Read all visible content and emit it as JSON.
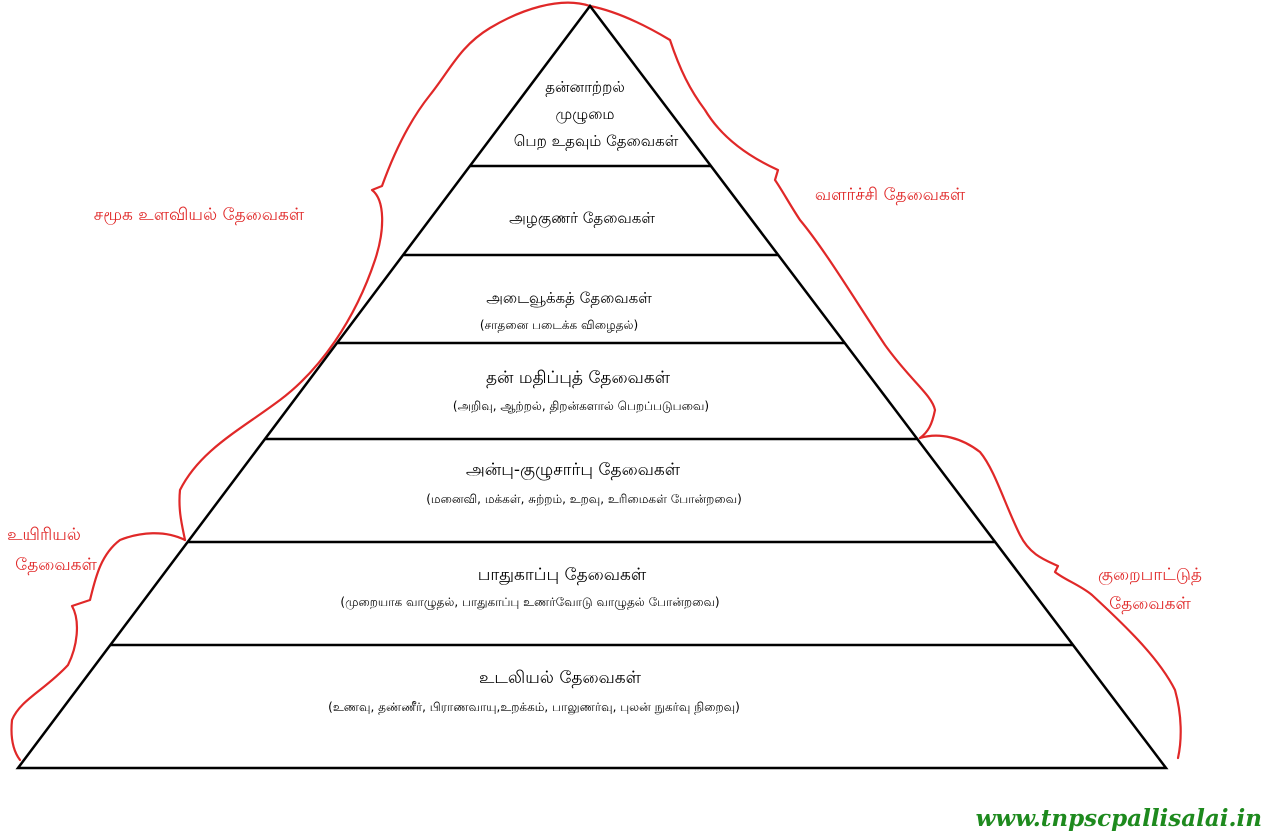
{
  "colors": {
    "outline": "#000000",
    "bracket": "#e02828",
    "group_text": "#e02828",
    "footer_text": "#1e8a1e",
    "background": "#ffffff"
  },
  "pyramid_levels": [
    {
      "title": "தன்னாற்றல்",
      "lines": [
        "முழுமை",
        "பெற உதவும் தேவைகள்"
      ]
    },
    {
      "title": "அழகுணர் தேவைகள்",
      "lines": []
    },
    {
      "title": "அடைவூக்கத் தேவைகள்",
      "lines": [
        "(சாதனை படைக்க விழைதல்)"
      ]
    },
    {
      "title": "தன் மதிப்புத் தேவைகள்",
      "lines": [
        "(அறிவு, ஆற்றல், திறன்களால் பெறப்படுபவை)"
      ]
    },
    {
      "title": "அன்பு-குழுசார்பு தேவைகள்",
      "lines": [
        "(மனைவி, மக்கள், சுற்றம், உறவு, உரிமைகள் போன்றவை)"
      ]
    },
    {
      "title": "பாதுகாப்பு தேவைகள்",
      "lines": [
        "(முறையாக வாழுதல், பாதுகாப்பு உணர்வோடு வாழுதல் போன்றவை)"
      ]
    },
    {
      "title": "உடலியல் தேவைகள்",
      "lines": [
        "(உணவு, தண்ணீர், பிராணவாயு,உறக்கம், பாலுணர்வு, புலன் நுகர்வு நிறைவு)"
      ]
    }
  ],
  "groups": {
    "social": "சமூக உளவியல் தேவைகள்",
    "biological_line1": "உயிரியல்",
    "biological_line2": "தேவைகள்",
    "growth": "வளர்ச்சி தேவைகள்",
    "deficiency_line1": "குறைபாட்டுத்",
    "deficiency_line2": "தேவைகள்"
  },
  "footer": {
    "website": "www.tnpscpallisalai.in"
  }
}
